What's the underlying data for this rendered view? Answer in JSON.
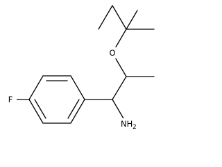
{
  "molecule": {
    "atoms": {
      "fluorine": "F",
      "oxygen": "O",
      "amine": "NH",
      "amine_subscript": "2"
    }
  }
}
